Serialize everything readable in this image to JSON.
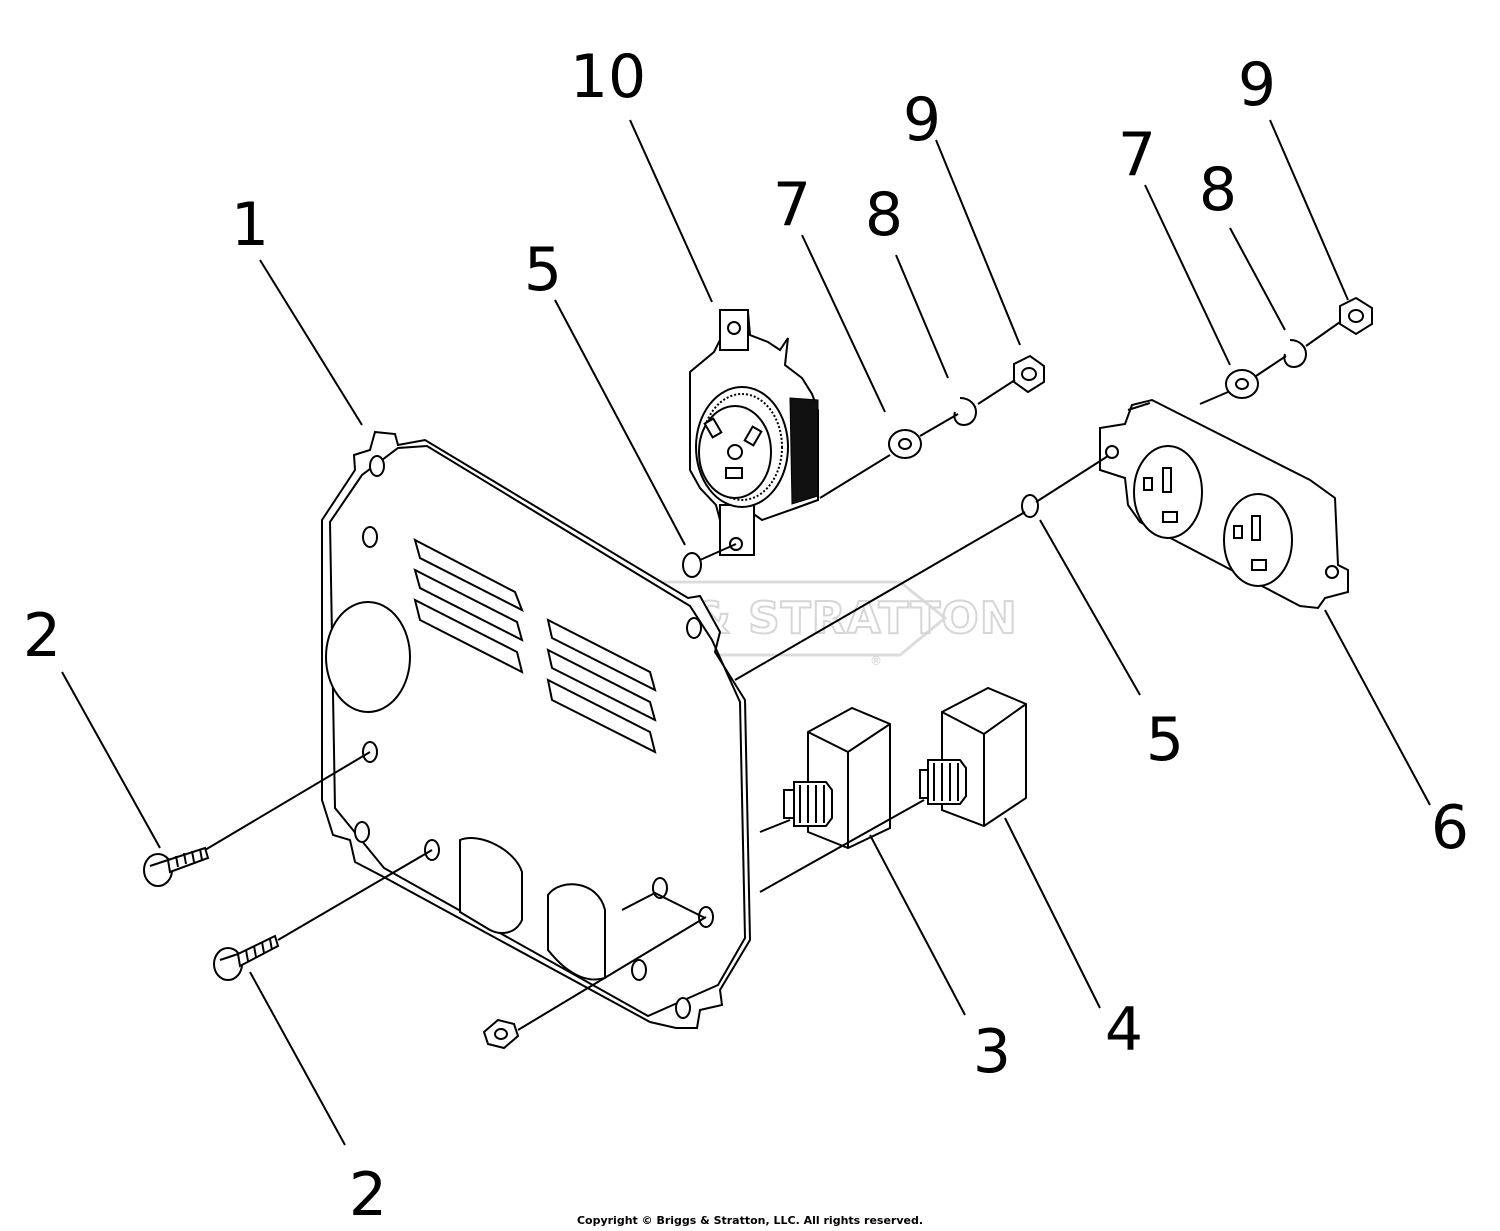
{
  "watermark": {
    "brand": "BRIGGS & STRATTON",
    "registered": "®"
  },
  "callouts": [
    {
      "id": "c10",
      "label": "10"
    },
    {
      "id": "c9a",
      "label": "9"
    },
    {
      "id": "c9b",
      "label": "9"
    },
    {
      "id": "c7a",
      "label": "7"
    },
    {
      "id": "c7b",
      "label": "7"
    },
    {
      "id": "c8a",
      "label": "8"
    },
    {
      "id": "c8b",
      "label": "8"
    },
    {
      "id": "c1",
      "label": "1"
    },
    {
      "id": "c5a",
      "label": "5"
    },
    {
      "id": "c5b",
      "label": "5"
    },
    {
      "id": "c2a",
      "label": "2"
    },
    {
      "id": "c2b",
      "label": "2"
    },
    {
      "id": "c6",
      "label": "6"
    },
    {
      "id": "c3",
      "label": "3"
    },
    {
      "id": "c4",
      "label": "4"
    }
  ],
  "footer": {
    "copyright": "Copyright © Briggs & Stratton, LLC. All rights reserved."
  }
}
